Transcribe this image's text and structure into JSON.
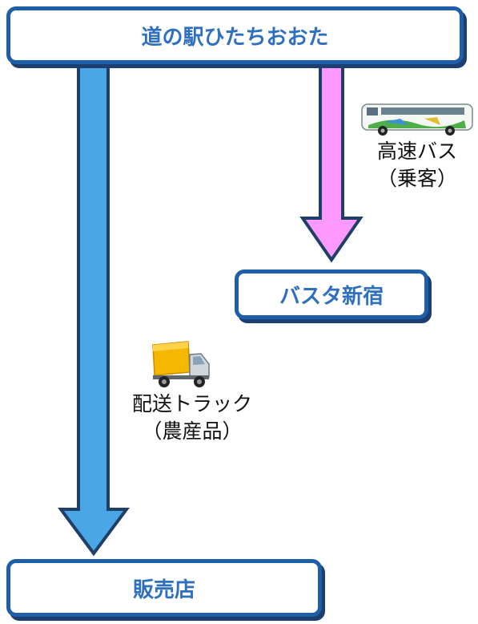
{
  "nodes": {
    "origin": "道の駅ひたちおおた",
    "terminal": "バスタ新宿",
    "shop": "販売店"
  },
  "flows": {
    "bus": {
      "line1": "高速バス",
      "line2": "（乗客）",
      "color": "#ff99ff",
      "icon": "bus-icon"
    },
    "truck": {
      "line1": "配送トラック",
      "line2": "（農産品）",
      "color": "#4aa6e6",
      "icon": "truck-icon"
    }
  },
  "colors": {
    "box_border": "#1f5fa8",
    "box_text": "#2f6fc0",
    "arrow_outline": "#1f3f66"
  }
}
